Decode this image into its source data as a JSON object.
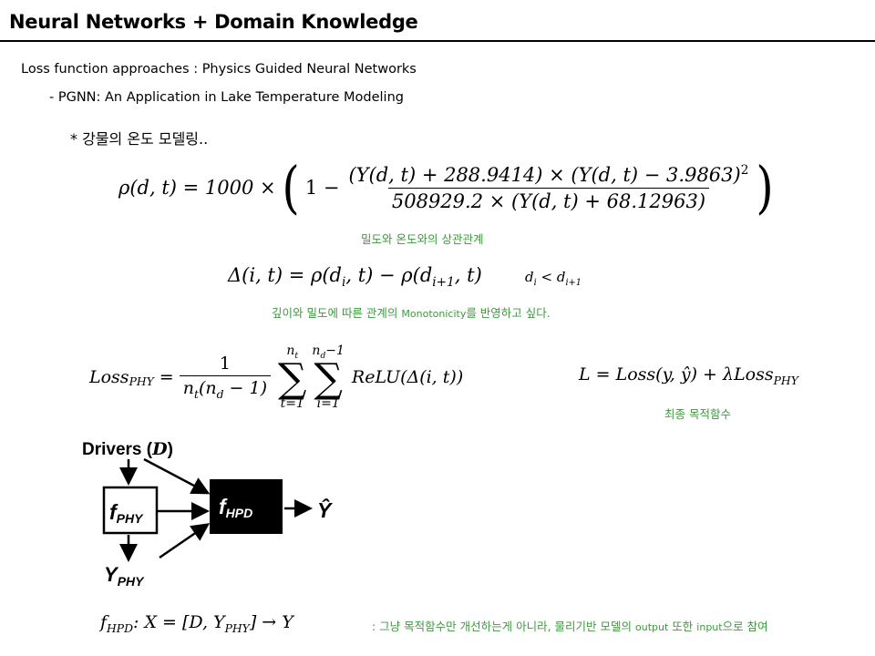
{
  "header": {
    "title": "Neural Networks + Domain Knowledge"
  },
  "body": {
    "section_heading": "Loss function approaches : Physics Guided Neural Networks",
    "subheading": "- PGNN: An Application in Lake Temperature Modeling",
    "bullet": "* 강물의 온도 모델링..",
    "note_density": "밀도와 온도와의 상관관계",
    "note_monotonicity_pre": "깊이와 밀도에 따른 관계의",
    "note_monotonicity_word": "Monotonicity",
    "note_monotonicity_post": "를 반영하고 싶다.",
    "note_final": "최종 목적함수",
    "note_bottom_a": ": 그냥 목적함수만 개선하는게 아니라, 물리기반 모델의",
    "note_bottom_b": "output",
    "note_bottom_c": "또한",
    "note_bottom_d": "input",
    "note_bottom_e": "으로 참여"
  },
  "formulas": {
    "rho_lhs": "ρ(d, t) = 1000 ×",
    "rho_one": "1 −",
    "rho_num": "(Y(d, t) + 288.9414) × (Y(d, t) − 3.9863)",
    "rho_num_exp": "2",
    "rho_den": "508929.2 × (Y(d, t) + 68.12963)",
    "delta_lhs": "Δ(i, t) = ρ(d",
    "delta_i": "i",
    "delta_mid": ", t) − ρ(d",
    "delta_i1": "i+1",
    "delta_end": ", t)",
    "cond_d": "d",
    "cond_i": "i",
    "cond_lt": " < d",
    "cond_i1": "i+1",
    "loss_lhs": "Loss",
    "loss_sub": "PHY",
    "loss_eq": "=",
    "loss_frac_num": "1",
    "loss_frac_den_a": "n",
    "loss_frac_den_t": "t",
    "loss_frac_den_b": "(n",
    "loss_frac_den_d": "d",
    "loss_frac_den_c": " − 1)",
    "sum1_top": "n",
    "sum1_top_sub": "t",
    "sum1_bottom": "t=1",
    "sum2_top": "n",
    "sum2_top_sub": "d",
    "sum2_top_tail": "−1",
    "sum2_bottom": "i=1",
    "sum_symbol": "∑",
    "relu": "ReLU(Δ(i, t))",
    "total_loss": "L = Loss(y, ŷ) + λLoss",
    "total_loss_sub": "PHY",
    "fhpd_f": "f",
    "fhpd_sub": "HPD",
    "fhpd_rest": ": X = [D, Y",
    "fhpd_ysub": "PHY",
    "fhpd_end": "] → Y"
  },
  "diagram": {
    "drivers": "Drivers (",
    "drivers_d": "D",
    "drivers_close": ")",
    "fphy_f": "f",
    "fphy_sub": "PHY",
    "fhpd_f": "f",
    "fhpd_sub": "HPD",
    "yhat": "Ŷ",
    "yphy": "Y",
    "yphy_sub": "PHY"
  },
  "colors": {
    "note": "#3c9a3c",
    "text": "#000000",
    "block": "#000000"
  }
}
